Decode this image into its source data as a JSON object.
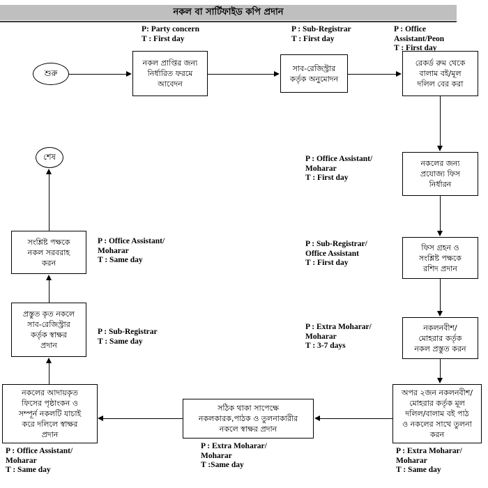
{
  "header": {
    "title": "নকল বা সার্টিফাইড কপি প্রদান",
    "bar_color": "#bfbfbf",
    "rule_color": "#3a3a3a"
  },
  "terminators": {
    "start": {
      "label": "শুরু"
    },
    "end": {
      "label": "শেষ"
    }
  },
  "nodes": {
    "apply_form": {
      "text": "নকল প্রাপ্তির জন্য\nনির্ধারিত ফরমে\nআবেদন"
    },
    "sub_registrar_approval": {
      "text": "সাব-রেজিস্ট্রার\nকর্তৃক অনুমোদন"
    },
    "record_room": {
      "text": "রেকর্ড রুম থেকে\nবালাম বই/মূল\nদলিল বের করা"
    },
    "fee_determination": {
      "text": "নকলের জন্য\nপ্রযোজ্য ফিস\nনির্ধারন"
    },
    "fee_receipt": {
      "text": "ফিস গ্রহন ও\nসংশ্লিষ্ট পক্ষকে\nরশিদ প্রদান"
    },
    "copy_preparation": {
      "text": "নকলনবীশ/\nমোহরার কর্তৃক\nনকল প্রস্তুত করন"
    },
    "comparison": {
      "text": "অপর ২জন নকলনবীশ/\nমোহরার কর্তৃক মূল\nদলিল/বালাম বই পাঠ\nও নকলের সাথে তুলনা\nকরন"
    },
    "signature_on_copy": {
      "text": "সঠিক থাকা সাপেক্ষে\nনকলকারক,পাঠক ও তুলনাকারীর\nনকলে স্বাক্ষর প্রদান"
    },
    "fee_endorsement": {
      "text": "নকলের আদায়কৃত\nফিসের পৃষ্ঠাংকন ও\nসম্পূর্ন নকলটি যাচাই\nকরে দলিলে স্বাক্ষর\nপ্রদান"
    },
    "sub_registrar_sign": {
      "text": "প্রস্তুত কৃত নকলে\nসাব-রেজিস্ট্রার\nকর্তৃক স্বাক্ষর\nপ্রদান"
    },
    "deliver_copy": {
      "text": "সংশ্লিষ্ট পক্ষকে\nনকল সরবরাহ\nকরন"
    }
  },
  "annotations": {
    "apply_form": {
      "text": "P: Party concern\nT : First day"
    },
    "sub_registrar_approval": {
      "text": "P : Sub-Registrar\nT : First day"
    },
    "record_room": {
      "text": "P : Office\nAssistant/Peon\nT : First day"
    },
    "fee_determination": {
      "text": "P : Office Assistant/\nMoharar\nT : First day"
    },
    "fee_receipt": {
      "text": "P : Sub-Registrar/\nOffice Assistant\nT : First day"
    },
    "copy_preparation": {
      "text": "P : Extra Moharar/\nMoharar\nT : 3-7 days"
    },
    "comparison": {
      "text": "P : Extra Moharar/\nMoharar\nT : Same  day"
    },
    "signature_on_copy": {
      "text": "P : Extra Moharar/\nMoharar\nT :Same day"
    },
    "fee_endorsement": {
      "text": "P : Office Assistant/\nMoharar\nT : Same day"
    },
    "sub_registrar_sign": {
      "text": "P : Sub-Registrar\nT : Same day"
    },
    "deliver_copy": {
      "text": "P : Office Assistant/\nMoharar\nT : Same day"
    }
  }
}
